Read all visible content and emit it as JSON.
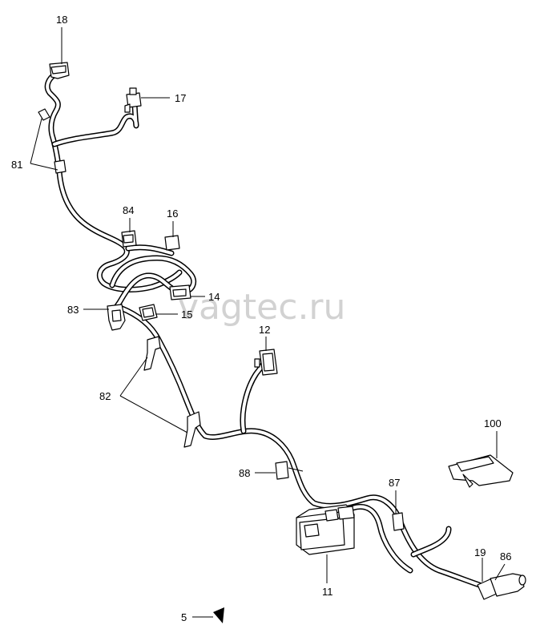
{
  "watermark": "vagtec.ru",
  "callouts": {
    "c18": "18",
    "c17": "17",
    "c81": "81",
    "c84": "84",
    "c16": "16",
    "c14": "14",
    "c83": "83",
    "c15": "15",
    "c12": "12",
    "c82": "82",
    "c100": "100",
    "c88": "88",
    "c87": "87",
    "c19": "19",
    "c86": "86",
    "c11": "11",
    "c5": "5"
  },
  "colors": {
    "line": "#000000",
    "background": "#ffffff",
    "watermark": "#d2d2d2"
  },
  "icons": {
    "direction_marker": "triangle-arrow-icon"
  }
}
